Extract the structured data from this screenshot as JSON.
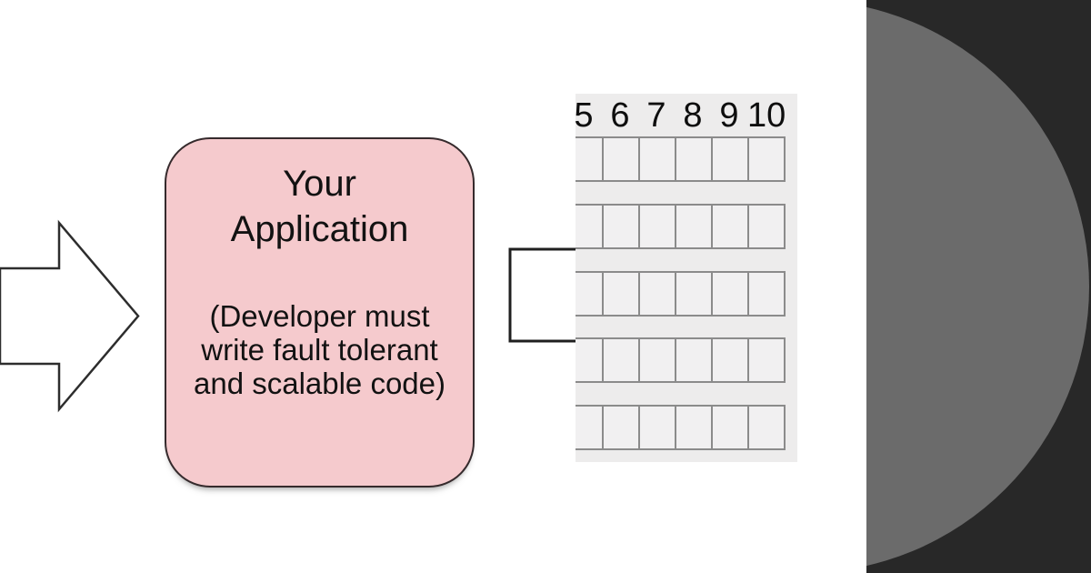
{
  "app_box": {
    "title_line1": "Your",
    "title_line2": "Application",
    "note_line1": "(Developer must",
    "note_line2": "write fault tolerant",
    "note_line3": "and scalable code)"
  },
  "grid": {
    "column_labels": [
      "5",
      "6",
      "7",
      "8",
      "9",
      "10"
    ],
    "row_count": 5,
    "column_count": 6
  },
  "colors": {
    "app_box_fill": "#f5cacd",
    "app_box_border": "#352a2c",
    "grid_panel_bg": "#edecec",
    "grid_cell_fill": "#f1f0f1",
    "grid_cell_border": "#8b8b8b",
    "dark_panel_bg": "#282828",
    "circle_fill": "#6b6b6b",
    "line_color": "#222222"
  }
}
